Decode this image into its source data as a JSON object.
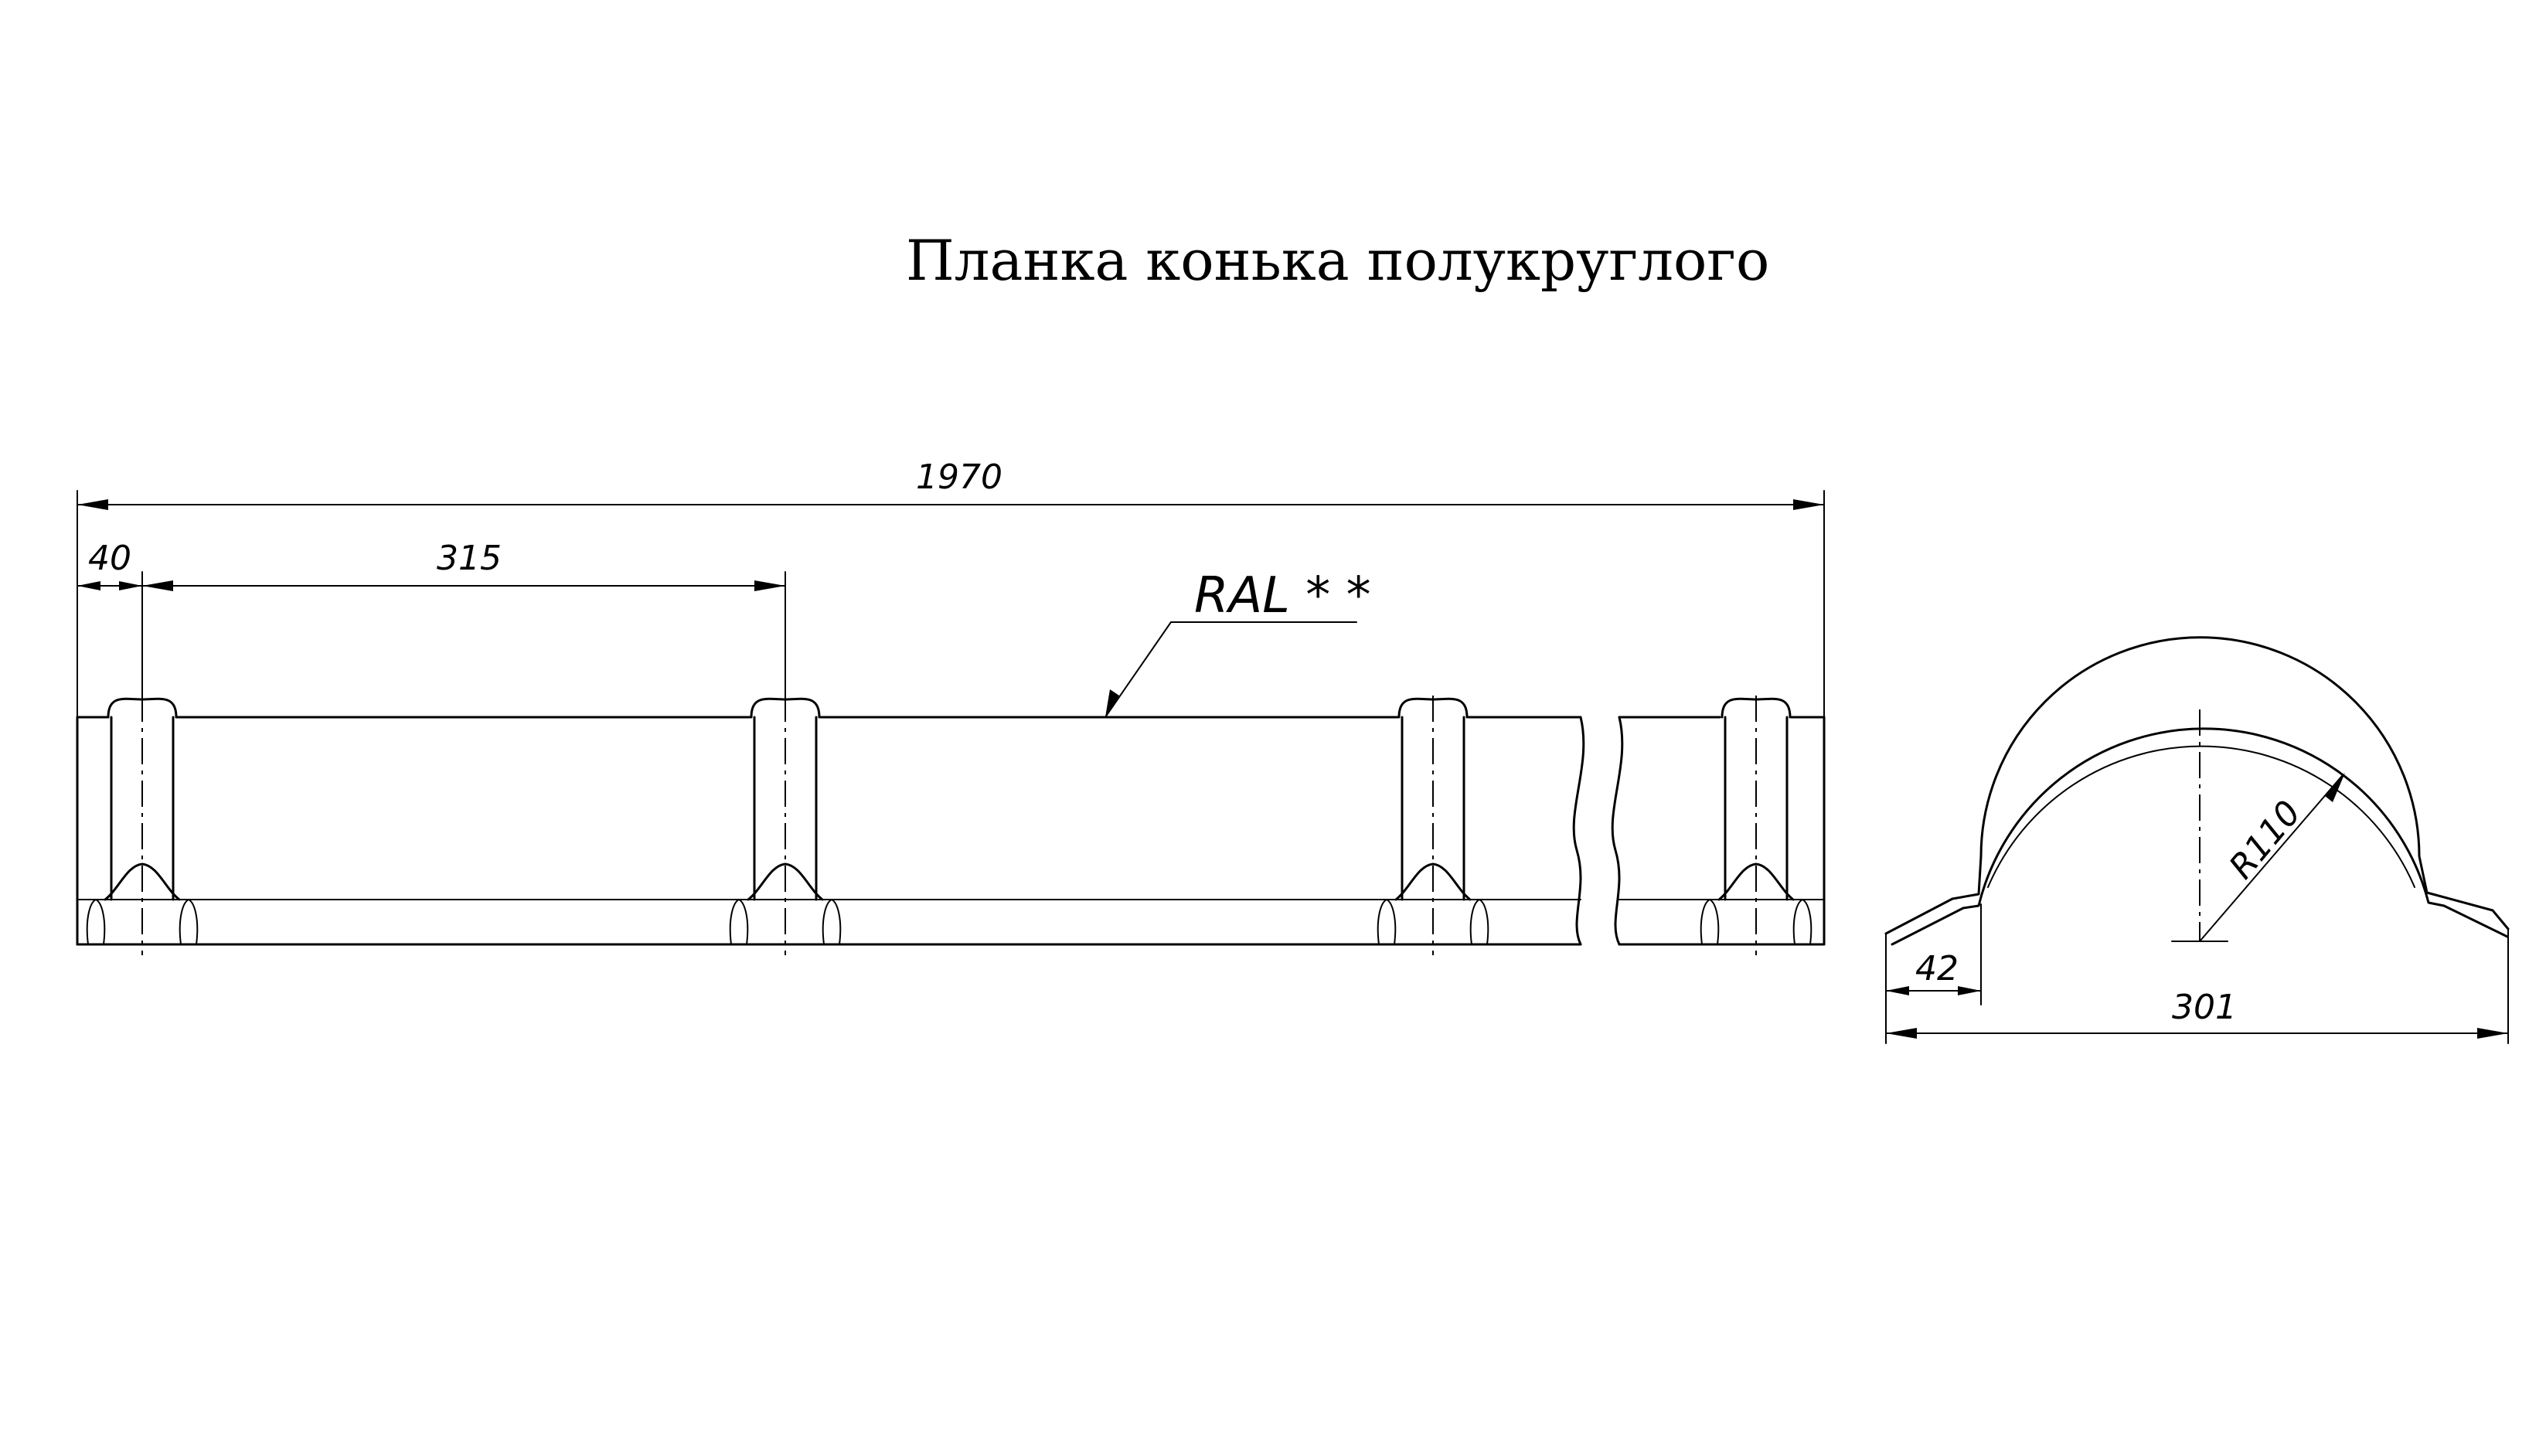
{
  "title": "Планка конька полукруглого",
  "dimensions": {
    "overall_length": "1970",
    "edge_offset": "40",
    "pitch": "315",
    "radius": "R110",
    "flange_width": "42",
    "profile_width": "301"
  },
  "coating_label": "RAL * *",
  "colors": {
    "line": "#000000",
    "background": "#ffffff"
  }
}
